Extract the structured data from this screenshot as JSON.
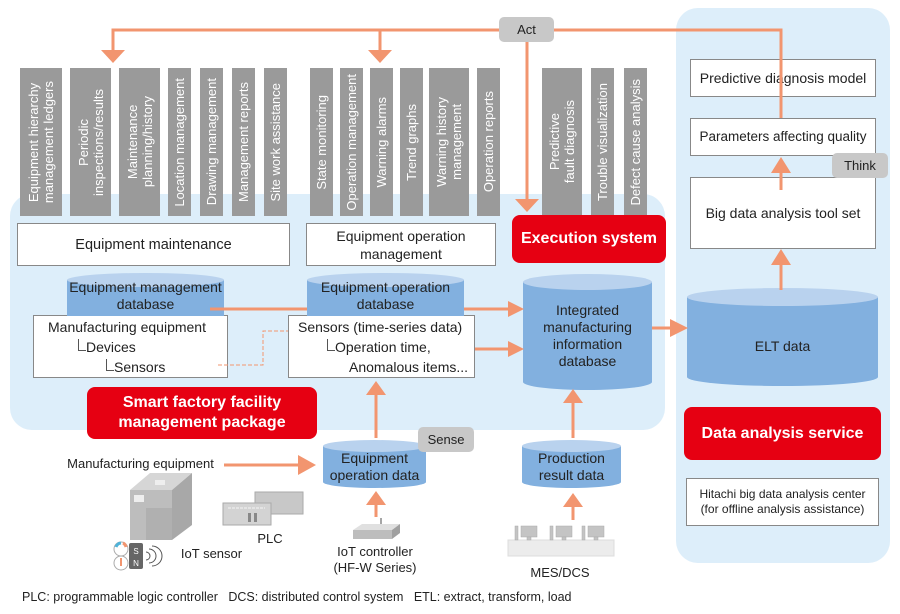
{
  "colors": {
    "arrow": "#f2956f",
    "panel": "#ddeefa",
    "cylinder_body": "#82b0df",
    "cylinder_top": "#b9d2ee",
    "gray_bar": "#9a9a9a",
    "red": "#e60012",
    "tag": "#c8c8c8"
  },
  "tags": {
    "act": "Act",
    "think": "Think",
    "sense": "Sense"
  },
  "maintenance_functions": [
    "Equipment hierarchy\nmanagement ledgers",
    "Periodic\ninspections/results",
    "Maintenance\nplanning/history",
    "Location management",
    "Drawing management",
    "Management reports",
    "Site work assistance"
  ],
  "operation_functions": [
    "State monitoring",
    "Operation management",
    "Warning alarms",
    "Trend graphs",
    "Warning history\nmanagement",
    "Operation reports"
  ],
  "execution_functions": [
    "Predictive\nfault diagnosis",
    "Trouble visualization",
    "Defect cause analysis"
  ],
  "boxes": {
    "equipment_maintenance": "Equipment maintenance",
    "equipment_operation_management": "Equipment operation\nmanagement",
    "execution_system": "Execution system",
    "predictive_diagnosis_model": "Predictive diagnosis model",
    "parameters_affecting_quality": "Parameters affecting quality",
    "big_data_tool_set": "Big data analysis tool set",
    "smart_factory_package": "Smart factory facility\nmanagement package",
    "data_analysis_service": "Data analysis service",
    "hitachi_center": "Hitachi big data analysis center\n(for offline analysis assistance)"
  },
  "databases": {
    "equipment_management_db": "Equipment management\ndatabase",
    "equipment_operation_db": "Equipment operation\ndatabase",
    "integrated_db": "Integrated\nmanufacturing\ninformation\ndatabase",
    "elt_data": "ELT data",
    "equipment_operation_data": "Equipment\noperation data",
    "production_result_data": "Production\nresult data"
  },
  "hierarchy_box": {
    "line1": "Manufacturing equipment",
    "line2": "Devices",
    "line3": "Sensors"
  },
  "sensor_box": {
    "line1": "Sensors (time-series data)",
    "line2": "Operation time,",
    "line3": "Anomalous items..."
  },
  "devices": {
    "manufacturing_equipment": "Manufacturing equipment",
    "plc": "PLC",
    "iot_sensor": "IoT sensor",
    "iot_controller": "IoT controller\n(HF-W Series)",
    "mes_dcs": "MES/DCS"
  },
  "footnote": "PLC: programmable logic controller   DCS: distributed control system   ETL: extract, transform, load"
}
